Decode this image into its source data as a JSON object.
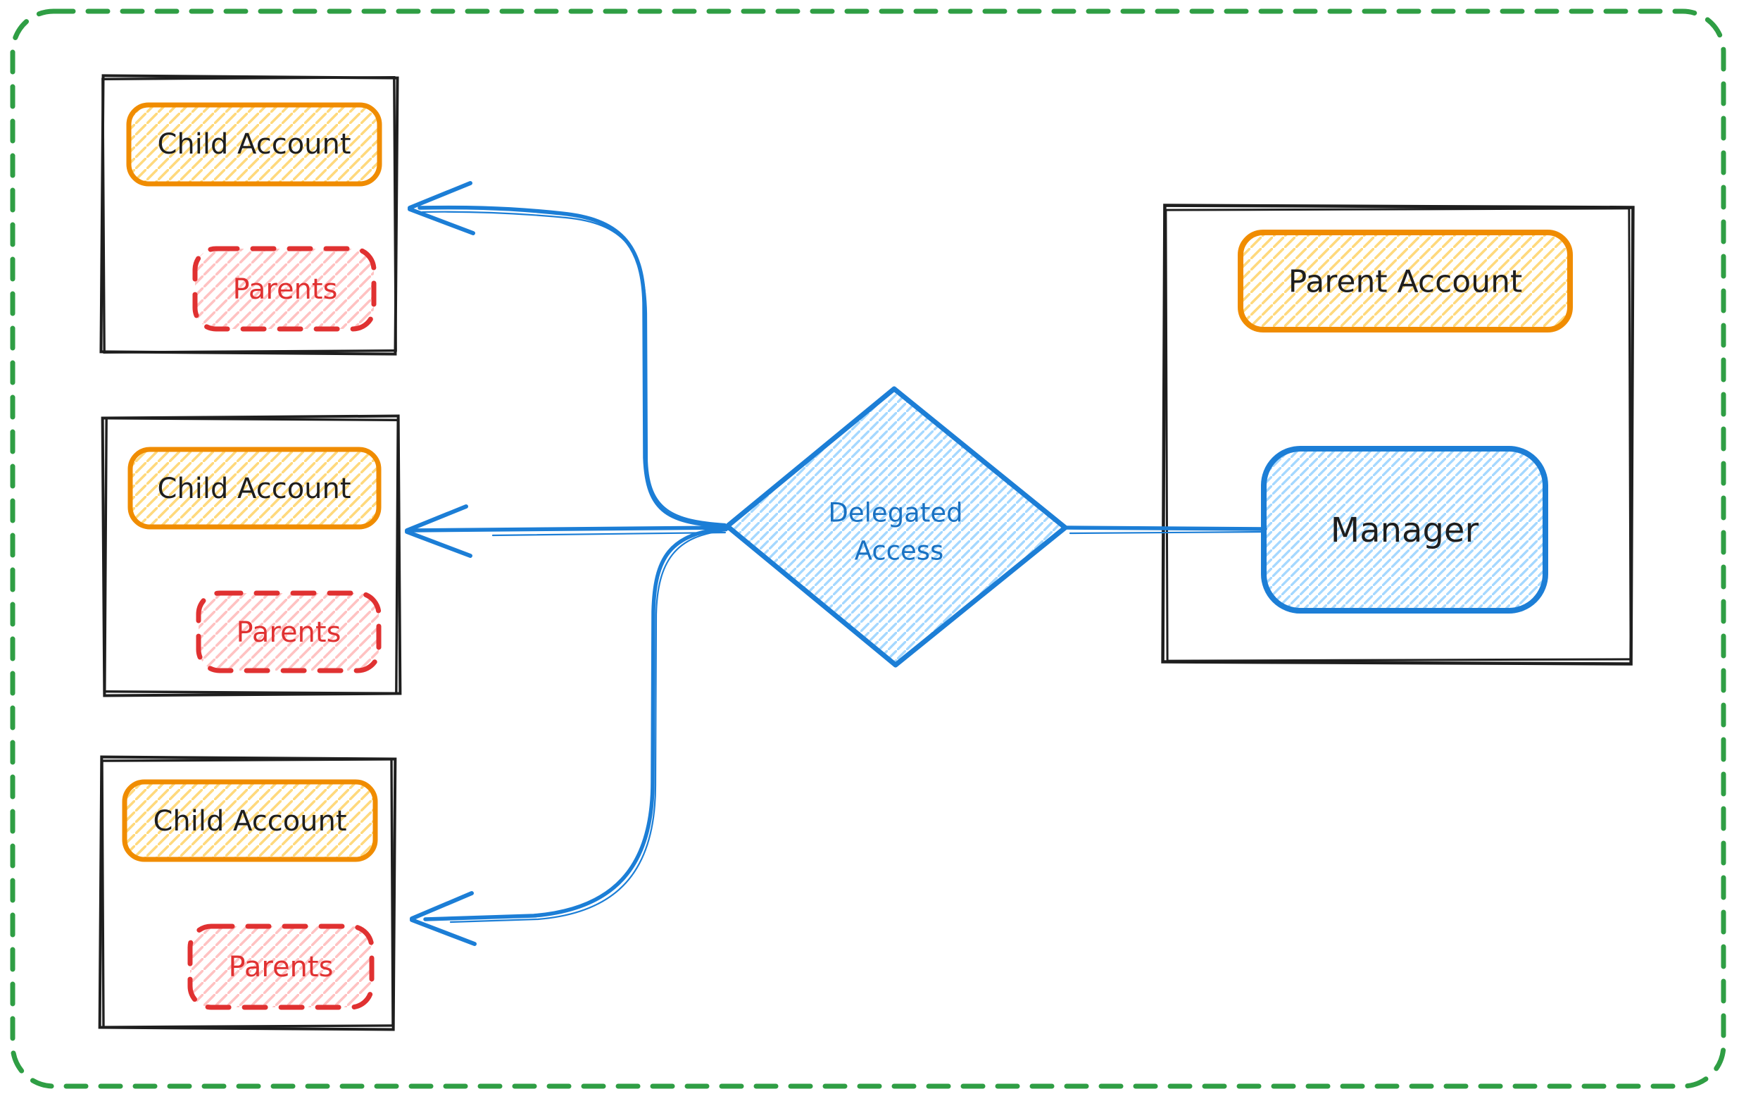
{
  "diagram": {
    "children": [
      {
        "title": "Child Account",
        "badge": "Parents"
      },
      {
        "title": "Child Account",
        "badge": "Parents"
      },
      {
        "title": "Child Account",
        "badge": "Parents"
      }
    ],
    "decision": {
      "line1": "Delegated",
      "line2": "Access"
    },
    "parent": {
      "title": "Parent Account",
      "member": "Manager"
    }
  },
  "colors": {
    "sketch_black": "#1e1e1e",
    "blue_stroke": "#1c7ed6",
    "blue_text": "#1971c2",
    "blue_hatch": "#a5d8ff",
    "orange_stroke": "#f08c00",
    "yellow_hatch": "#ffd97d",
    "red_stroke": "#e03131",
    "red_hatch": "#ffc2c2",
    "green_border": "#2f9e44",
    "canvas_bg": "#ffffff"
  }
}
